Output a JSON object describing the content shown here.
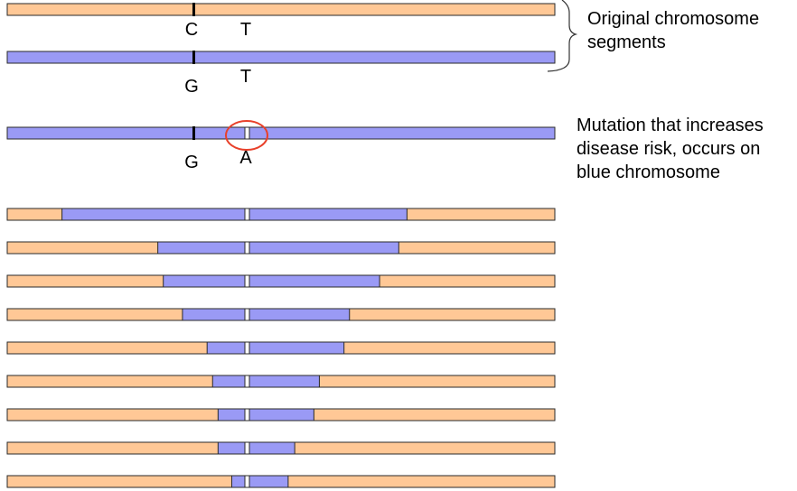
{
  "colors": {
    "orange": "#ffc896",
    "blue": "#9a9af5",
    "outline": "#2a2a2a",
    "marker": "#000000",
    "circle": "#e8402a",
    "white": "#ffffff"
  },
  "annotations": {
    "original_lines": [
      "Original chromosome",
      "segments"
    ],
    "mutation_lines": [
      "Mutation that increases",
      "disease risk, occurs on",
      "blue chromosome"
    ]
  },
  "chromosomes": {
    "original_orange": {
      "base_left": "C",
      "base_right": "T"
    },
    "original_blue": {
      "base_left": "G",
      "base_right": "T"
    },
    "mutated_blue": {
      "base_left": "G",
      "base_right": "A"
    }
  },
  "generations_blue_span": [
    [
      0.1,
      0.73
    ],
    [
      0.275,
      0.715
    ],
    [
      0.285,
      0.68
    ],
    [
      0.32,
      0.625
    ],
    [
      0.365,
      0.615
    ],
    [
      0.375,
      0.57
    ],
    [
      0.385,
      0.56
    ],
    [
      0.385,
      0.525
    ],
    [
      0.41,
      0.513
    ]
  ]
}
